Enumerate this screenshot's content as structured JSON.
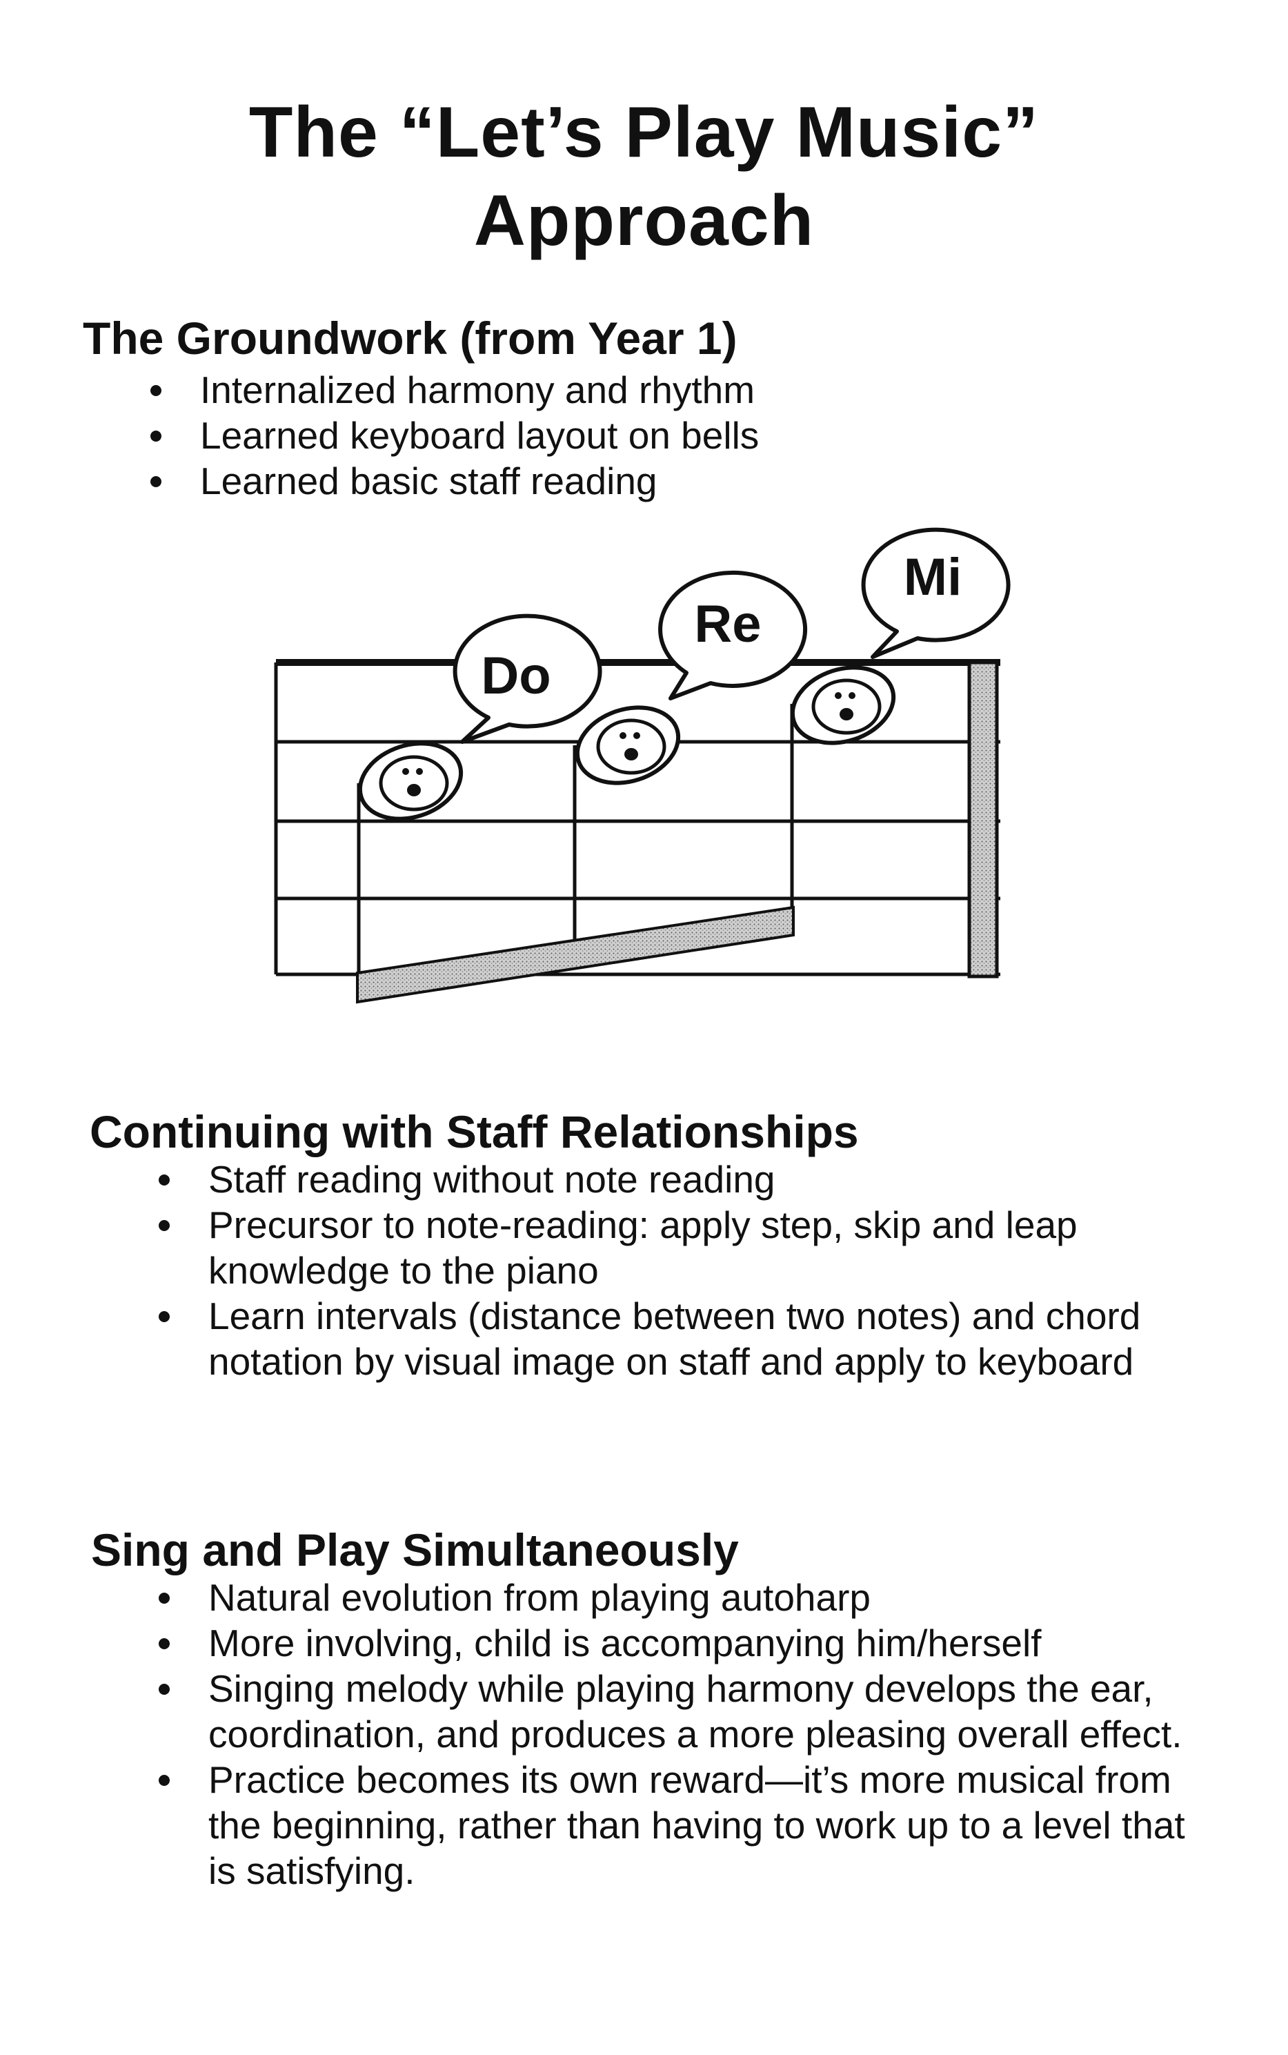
{
  "title": {
    "line1": "The “Let’s Play Music”",
    "line2": "Approach"
  },
  "sections": [
    {
      "heading": "The Groundwork (from Year 1)",
      "bullets": [
        "Internalized harmony and rhythm",
        "Learned keyboard layout on bells",
        "Learned basic staff reading"
      ]
    },
    {
      "heading": "Continuing with Staff Relationships",
      "bullets": [
        "Staff reading without note reading",
        "Precursor to note-reading: apply step, skip and leap knowledge to the piano",
        "Learn intervals (distance between two notes) and chord notation by visual image on staff and apply to keyboard"
      ]
    },
    {
      "heading": "Sing and Play Simultaneously",
      "bullets": [
        "Natural evolution from playing autoharp",
        "More involving, child is accompanying him/herself",
        "Singing melody while playing harmony develops the ear, coordination, and produces a more pleasing overall effect.",
        "Practice becomes its own reward—it’s more musical from the beginning, rather than having to work up to a level that is satisfying."
      ]
    }
  ],
  "figure": {
    "bubbles": [
      "Do",
      "Re",
      "Mi"
    ]
  }
}
